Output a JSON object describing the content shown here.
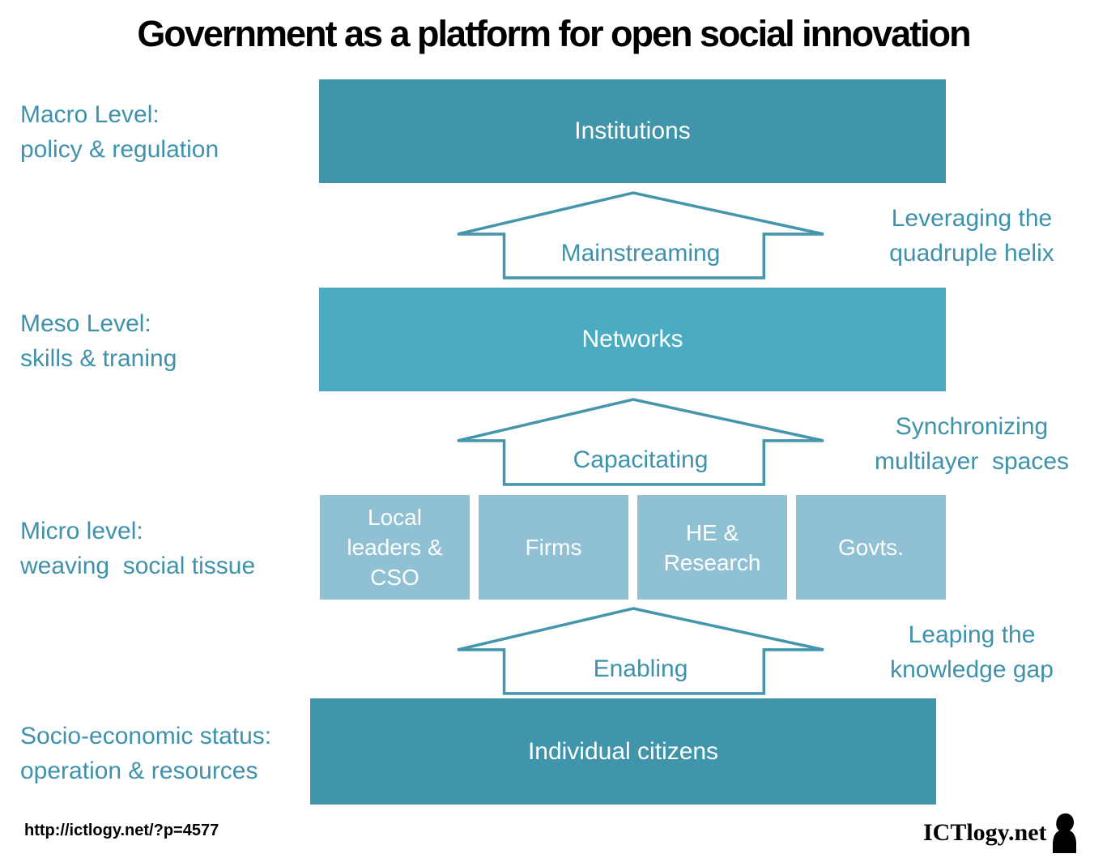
{
  "title": "Government as a platform for open social innovation",
  "levels": [
    {
      "label": "Macro Level:\npolicy & regulation"
    },
    {
      "label": "Meso Level:\nskills & traning"
    },
    {
      "label": "Micro level:\nweaving  social tissue"
    },
    {
      "label": "Socio-economic status:\noperation & resources"
    }
  ],
  "boxes": {
    "institutions": "Institutions",
    "networks": "Networks",
    "micro": [
      "Local\nleaders &\nCSO",
      "Firms",
      "HE &\nResearch",
      "Govts."
    ],
    "citizens": "Individual citizens"
  },
  "arrows": [
    {
      "label": "Mainstreaming",
      "annotation": "Leveraging the\nquadruple helix"
    },
    {
      "label": "Capacitating",
      "annotation": "Synchronizing\nmultilayer  spaces"
    },
    {
      "label": "Enabling",
      "annotation": "Leaping the\nknowledge gap"
    }
  ],
  "footer": {
    "url": "http://ictlogy.net/?p=4577",
    "logo_text": "ICTlogy.net"
  },
  "icons": {
    "person_silhouette": "person-silhouette-icon"
  },
  "colors": {
    "box_dark_teal": "#4095ab",
    "box_mid_teal": "#4aabc1",
    "box_light_teal": "#8fc0d4",
    "teal_text": "#3e92ab",
    "arrow_stroke": "#4596ac",
    "title_black": "#000000"
  }
}
